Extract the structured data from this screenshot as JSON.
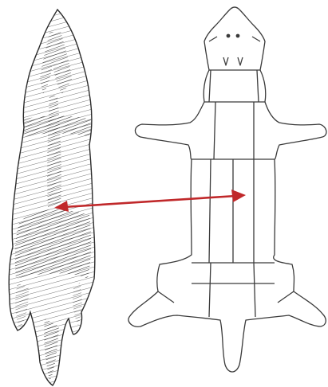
{
  "figure": {
    "background": "#ffffff",
    "ink_color": "#2b2b2b",
    "arrow_color": "#c0282a",
    "panels": [
      {
        "name": "fur-pelt-illustration"
      },
      {
        "name": "pelt-cutting-pattern"
      }
    ],
    "connector": {
      "name": "correspondence-arrow",
      "direction": "double-headed"
    }
  }
}
